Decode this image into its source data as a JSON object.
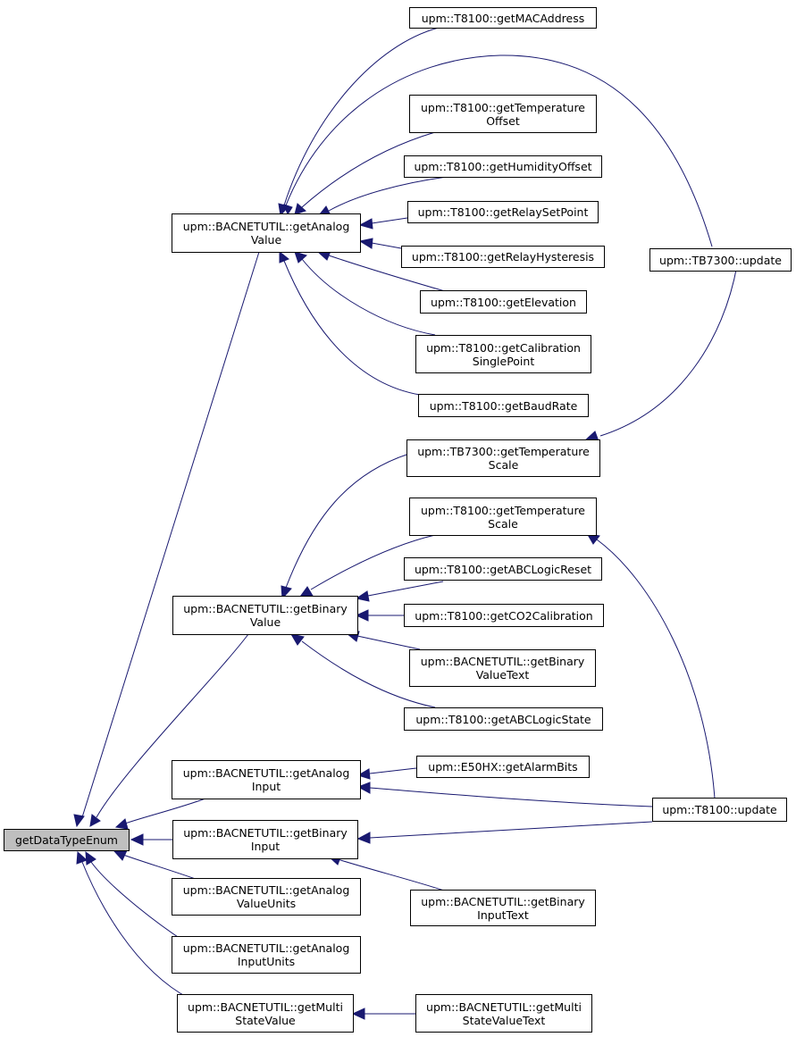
{
  "colors": {
    "edge": "#191970",
    "root_fill": "#bfbfbf",
    "node_border": "#000000"
  },
  "nodes": {
    "root": [
      "getDataTypeEnum"
    ],
    "get_analog_value": [
      "upm::BACNETUTIL::getAnalog",
      "Value"
    ],
    "get_binary_value": [
      "upm::BACNETUTIL::getBinary",
      "Value"
    ],
    "get_analog_input": [
      "upm::BACNETUTIL::getAnalog",
      "Input"
    ],
    "get_binary_input": [
      "upm::BACNETUTIL::getBinary",
      "Input"
    ],
    "get_analog_value_units": [
      "upm::BACNETUTIL::getAnalog",
      "ValueUnits"
    ],
    "get_analog_input_units": [
      "upm::BACNETUTIL::getAnalog",
      "InputUnits"
    ],
    "get_multi_state_value": [
      "upm::BACNETUTIL::getMulti",
      "StateValue"
    ],
    "t8100_get_mac_address": [
      "upm::T8100::getMACAddress"
    ],
    "t8100_get_temperature_offset": [
      "upm::T8100::getTemperature",
      "Offset"
    ],
    "t8100_get_humidity_offset": [
      "upm::T8100::getHumidityOffset"
    ],
    "t8100_get_relay_set_point": [
      "upm::T8100::getRelaySetPoint"
    ],
    "t8100_get_relay_hysteresis": [
      "upm::T8100::getRelayHysteresis"
    ],
    "t8100_get_elevation": [
      "upm::T8100::getElevation"
    ],
    "t8100_get_calibration_single_point": [
      "upm::T8100::getCalibration",
      "SinglePoint"
    ],
    "t8100_get_baud_rate": [
      "upm::T8100::getBaudRate"
    ],
    "tb7300_get_temperature_scale": [
      "upm::TB7300::getTemperature",
      "Scale"
    ],
    "t8100_get_temperature_scale": [
      "upm::T8100::getTemperature",
      "Scale"
    ],
    "t8100_get_abc_logic_reset": [
      "upm::T8100::getABCLogicReset"
    ],
    "t8100_get_co2_calibration": [
      "upm::T8100::getCO2Calibration"
    ],
    "get_binary_value_text": [
      "upm::BACNETUTIL::getBinary",
      "ValueText"
    ],
    "t8100_get_abc_logic_state": [
      "upm::T8100::getABCLogicState"
    ],
    "e50hx_get_alarm_bits": [
      "upm::E50HX::getAlarmBits"
    ],
    "get_binary_input_text": [
      "upm::BACNETUTIL::getBinary",
      "InputText"
    ],
    "get_multi_state_value_text": [
      "upm::BACNETUTIL::getMulti",
      "StateValueText"
    ],
    "tb7300_update": [
      "upm::TB7300::update"
    ],
    "t8100_update": [
      "upm::T8100::update"
    ]
  }
}
